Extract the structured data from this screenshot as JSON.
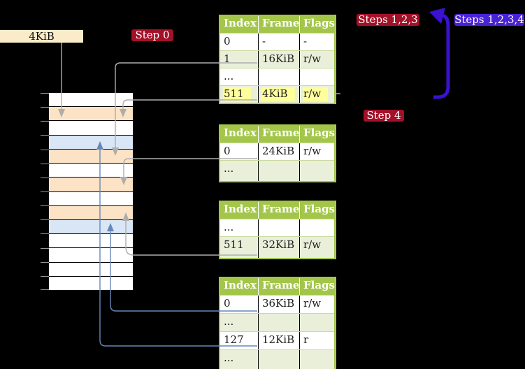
{
  "labels": {
    "pointer_box": "4KiB",
    "step0": "Step 0",
    "steps123": "Steps 1,2,3",
    "steps1234": "Steps 1,2,3,4",
    "step4": "Step 4"
  },
  "colors": {
    "background": "#000000",
    "table_header_green": "#A3C64A",
    "table_row_green": "#E9EFD9",
    "row_separator_green": "#C9DA9F",
    "memory_frame_peach": "#FCE3C5",
    "memory_frame_blue": "#D9E6F5",
    "pointer_box_cream": "#FAECC9",
    "highlight_yellow": "#FFFF9C",
    "badge_red": "#A31129",
    "badge_violet": "#4A22D5",
    "loop_arrow_blue": "#3B11D3",
    "connector_steelblue": "#6787BA",
    "connector_gray": "#ADADAD"
  },
  "memory": {
    "frames": [
      {
        "color": "white"
      },
      {
        "color": "peach"
      },
      {
        "color": "white"
      },
      {
        "color": "blue"
      },
      {
        "color": "peach"
      },
      {
        "color": "white"
      },
      {
        "color": "peach"
      },
      {
        "color": "white"
      },
      {
        "color": "peach"
      },
      {
        "color": "blue"
      },
      {
        "color": "white"
      },
      {
        "color": "white"
      },
      {
        "color": "white"
      },
      {
        "color": "white"
      }
    ]
  },
  "tables": [
    {
      "id": "table-1",
      "headers": [
        "Index",
        "Frame",
        "Flags"
      ],
      "rows": [
        {
          "index": "0",
          "frame": "-",
          "flags": "-",
          "highlighted": false
        },
        {
          "index": "1",
          "frame": "16KiB",
          "flags": "r/w",
          "highlighted": false
        },
        {
          "index": "...",
          "frame": "",
          "flags": "",
          "highlighted": false
        },
        {
          "index": "511",
          "frame": "4KiB",
          "flags": "r/w",
          "highlighted": true
        }
      ]
    },
    {
      "id": "table-2",
      "headers": [
        "Index",
        "Frame",
        "Flags"
      ],
      "rows": [
        {
          "index": "0",
          "frame": "24KiB",
          "flags": "r/w",
          "highlighted": false
        },
        {
          "index": "...",
          "frame": "",
          "flags": "",
          "highlighted": false
        }
      ]
    },
    {
      "id": "table-3",
      "headers": [
        "Index",
        "Frame",
        "Flags"
      ],
      "rows": [
        {
          "index": "...",
          "frame": "",
          "flags": "",
          "highlighted": false
        },
        {
          "index": "511",
          "frame": "32KiB",
          "flags": "r/w",
          "highlighted": false
        }
      ]
    },
    {
      "id": "table-4",
      "headers": [
        "Index",
        "Frame",
        "Flags"
      ],
      "rows": [
        {
          "index": "0",
          "frame": "36KiB",
          "flags": "r/w",
          "highlighted": false
        },
        {
          "index": "...",
          "frame": "",
          "flags": "",
          "highlighted": false
        },
        {
          "index": "127",
          "frame": "12KiB",
          "flags": "r",
          "highlighted": false
        },
        {
          "index": "...",
          "frame": "",
          "flags": "",
          "highlighted": false
        }
      ]
    }
  ]
}
